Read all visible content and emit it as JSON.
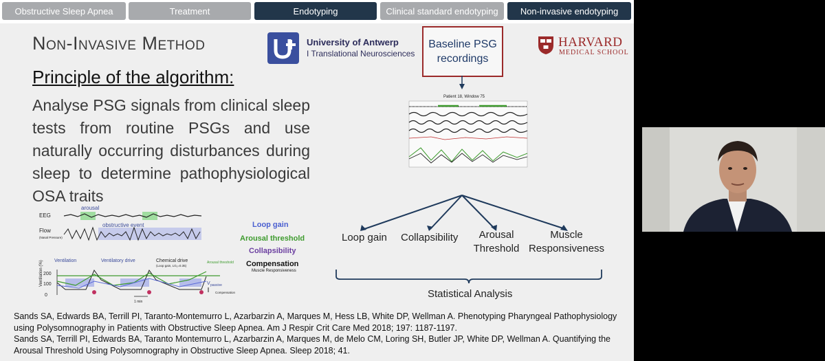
{
  "nav_tabs": [
    "Obstructive Sleep Apnea",
    "Treatment",
    "Endotyping",
    "Clinical standard endotyping",
    "Non-invasive endotyping"
  ],
  "slide": {
    "title": "Non-Invasive Method",
    "subtitle": "Principle of the algorithm:",
    "body": "Analyse PSG signals from clinical sleep tests from routine PSGs and use naturally occurring disturbances during sleep to determine pathophysiological OSA traits"
  },
  "logos": {
    "antwerp_line1": "University of Antwerp",
    "antwerp_line2": "I Translational Neurosciences",
    "harvard_name": "HARVARD",
    "harvard_sub": "MEDICAL SCHOOL"
  },
  "flow": {
    "box_line1": "Baseline PSG",
    "box_line2": "recordings",
    "psg_title": "Patient 18, Window 75",
    "traits": [
      "Loop gain",
      "Collapsibility",
      "Arousal Threshold",
      "Muscle Responsiveness"
    ],
    "statistical": "Statistical Analysis"
  },
  "figure": {
    "eeg": "EEG",
    "arousal": "arousal",
    "flow": "Flow",
    "flow_sub": "(Nasal Pressure)",
    "obstructive": "obstructive event",
    "ventilation": "Ventilation",
    "ventilatory_drive": "Ventilatory drive",
    "chemical_drive": "Chemical drive",
    "chemical_sub": "(Loop gain, LG₁=0.35)",
    "arousal_threshold_mini": "Arousal threshold",
    "y_axis": "Ventilation (%)",
    "y_ticks": [
      "200",
      "100",
      "0"
    ],
    "passive": "passive",
    "compensation_mini": "Compensation",
    "time": "1 min",
    "legend": [
      "Loop gain",
      "Arousal threshold",
      "Collapsibility",
      "Compensation"
    ],
    "legend_sub": "Muscle Responsiveness",
    "legend_colors": [
      "#4a5fd0",
      "#3e9b2e",
      "#6b3fa0",
      "#111111"
    ]
  },
  "references": [
    "Sands SA, Edwards BA, Terrill PI, Taranto-Montemurro L, Azarbarzin A, Marques M, Hess LB, White DP, Wellman A. Phenotyping Pharyngeal Pathophysiology using Polysomnography in Patients with Obstructive Sleep Apnea. Am J Respir Crit Care Med 2018; 197: 1187-1197.",
    "Sands SA, Terrill PI, Edwards BA, Taranto Montemurro L, Azarbarzin A, Marques M, de Melo CM, Loring SH, Butler JP, White DP, Wellman A. Quantifying the Arousal Threshold Using Polysomnography in Obstructive Sleep Apnea. Sleep 2018; 41."
  ]
}
